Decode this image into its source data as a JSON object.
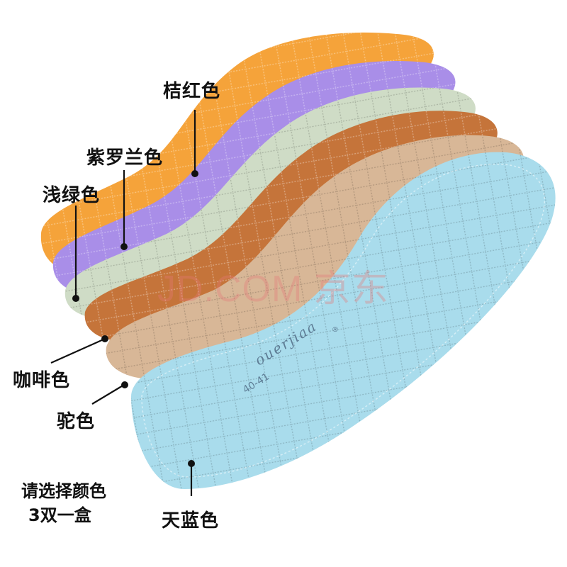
{
  "colors_labels": {
    "orange": "桔红色",
    "violet": "紫罗兰色",
    "light_green": "浅绿色",
    "coffee": "咖啡色",
    "camel": "驼色",
    "sky_blue": "天蓝色"
  },
  "note": {
    "line1": "请选择颜色",
    "line2": "3双一盒"
  },
  "watermark": "JD.COM 京东",
  "insole_brand": "ouerjiaa",
  "insole_size": "40-41",
  "registered_mark": "®",
  "palette": {
    "orange": "#f5a33a",
    "violet": "#a98ee8",
    "light_green": "#cfdcc6",
    "coffee": "#c5743a",
    "camel": "#d8b797",
    "sky_blue": "#a9dcec"
  }
}
